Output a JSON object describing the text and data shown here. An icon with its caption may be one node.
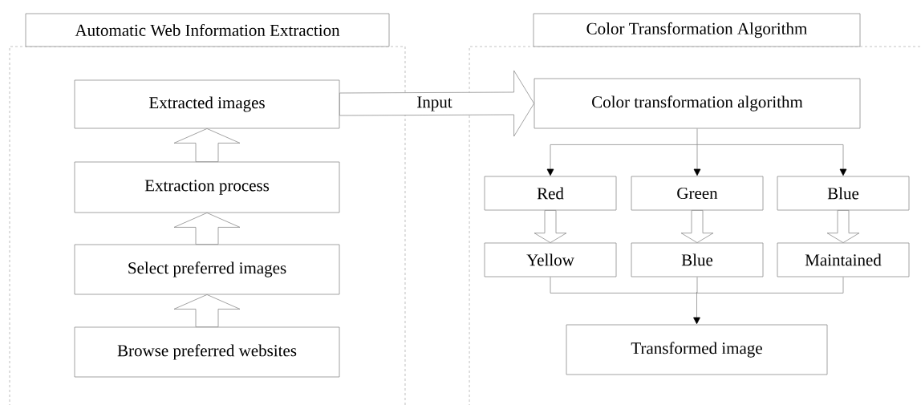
{
  "diagram": {
    "nodes": [
      {
        "text": [
          "Automatic Web Information Extraction"
        ]
      },
      {
        "text": [
          "Extracted images"
        ],
        "in": 0
      },
      {
        "text": [
          "Extraction process"
        ],
        "in": 0
      },
      {
        "text": [
          "Select preferred images"
        ],
        "in": 0
      },
      {
        "text": [
          "Browse preferred websites"
        ],
        "in": 0
      },
      {
        "text": [
          "Color Transformation Algorithm"
        ]
      },
      {
        "text": [
          "Color transformation algorithm"
        ],
        "in": 5
      },
      {
        "text": [
          "Red"
        ],
        "in": 5
      },
      {
        "text": [
          "Green"
        ],
        "in": 5
      },
      {
        "text": [
          "Blue"
        ],
        "in": 5
      },
      {
        "text": [
          "Yellow"
        ],
        "in": 5
      },
      {
        "text": [
          "Blue"
        ],
        "in": 5
      },
      {
        "text": [
          "Maintained"
        ],
        "in": 5
      },
      {
        "text": [
          "Transformed image"
        ],
        "in": 5
      }
    ],
    "edges": [
      {
        "from": 4,
        "to": 3,
        "arrow": "to"
      },
      {
        "from": 3,
        "to": 2,
        "arrow": "to"
      },
      {
        "from": 2,
        "to": 1,
        "arrow": "to"
      },
      {
        "from": 1,
        "to": 6,
        "arrow": "to",
        "label": "Input"
      },
      {
        "from": 6,
        "to": 7,
        "arrow": "to"
      },
      {
        "from": 6,
        "to": 8,
        "arrow": "to"
      },
      {
        "from": 6,
        "to": 9,
        "arrow": "to"
      },
      {
        "from": 7,
        "to": 10,
        "arrow": "to"
      },
      {
        "from": 8,
        "to": 11,
        "arrow": "to"
      },
      {
        "from": 9,
        "to": 12,
        "arrow": "to"
      },
      {
        "from": 10,
        "to": 13,
        "arrow": "to"
      },
      {
        "from": 11,
        "to": 13,
        "arrow": "to"
      },
      {
        "from": 12,
        "to": 13,
        "arrow": "to"
      }
    ]
  }
}
